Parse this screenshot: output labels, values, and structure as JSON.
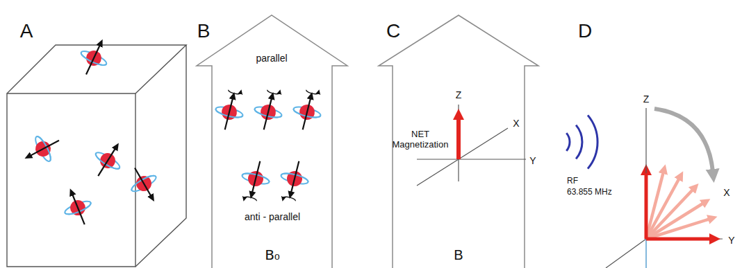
{
  "diagram": {
    "labels": [
      "A",
      "B",
      "C",
      "D",
      "parallel",
      "anti - parallel",
      "B₀",
      "Z",
      "X",
      "NET Magnetization",
      "Y",
      "B",
      "Z",
      "RF",
      "63.855 MHz",
      "X",
      "Y"
    ]
  }
}
